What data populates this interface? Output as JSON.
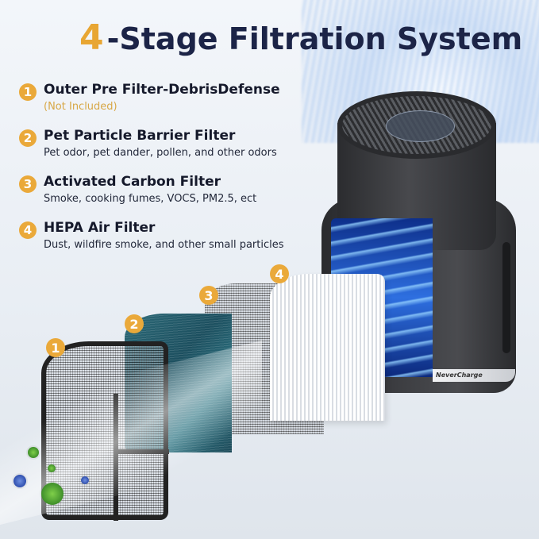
{
  "header": {
    "title_number": "4",
    "title_rest": "-Stage Filtration System"
  },
  "features": [
    {
      "badge": "1",
      "name": "Outer Pre Filter-DebrisDefense",
      "desc": "(Not Included)"
    },
    {
      "badge": "2",
      "name": "Pet Particle Barrier Filter",
      "desc": "Pet odor, pet dander, pollen, and other odors"
    },
    {
      "badge": "3",
      "name": "Activated Carbon Filter",
      "desc": "Smoke, cooking fumes, VOCS, PM2.5, ect"
    },
    {
      "badge": "4",
      "name": "HEPA Air Filter",
      "desc": "Dust, wildfire smoke, and other small particles"
    }
  ],
  "product": {
    "brand_label": "NeverCharge"
  },
  "filter_badges": [
    "1",
    "2",
    "3",
    "4"
  ],
  "colors": {
    "accent": "#eaa93a",
    "title": "#1c2447",
    "note": "#d8a848",
    "airflow_blue": "#2e6fe0"
  }
}
